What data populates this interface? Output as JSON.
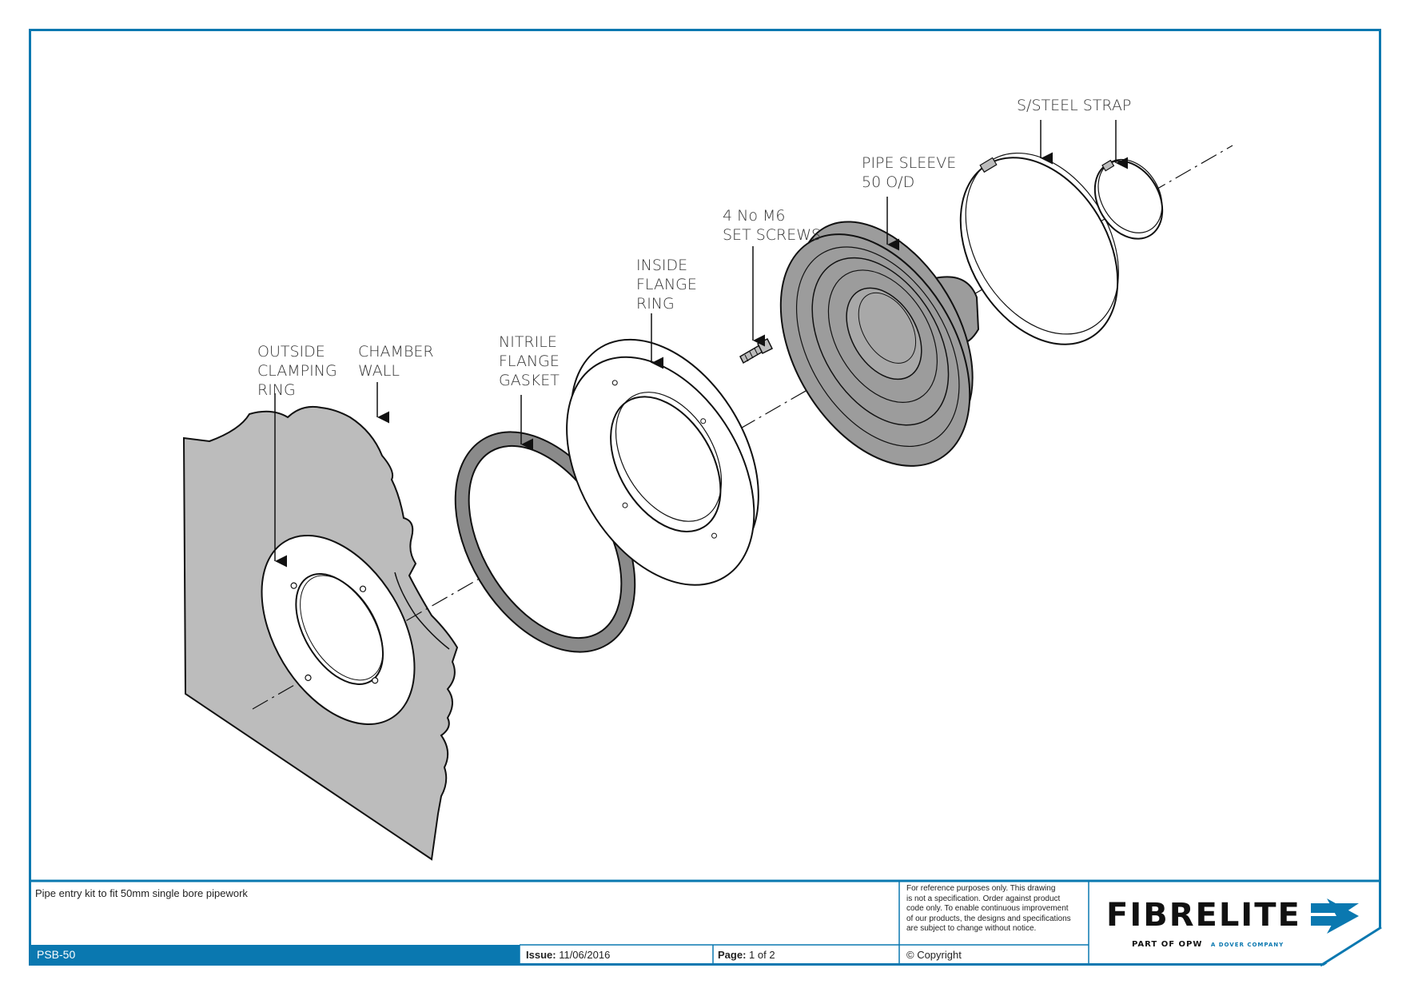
{
  "labels": {
    "outside_clamping_ring": [
      "OUTSIDE",
      "CLAMPING",
      "RING"
    ],
    "chamber_wall": [
      "CHAMBER",
      "WALL"
    ],
    "nitrile_flange_gasket": [
      "NITRILE",
      "FLANGE",
      "GASKET"
    ],
    "inside_flange_ring": [
      "INSIDE",
      "FLANGE",
      "RING"
    ],
    "set_screws": [
      "4 No M6",
      "SET SCREWS"
    ],
    "pipe_sleeve": [
      "PIPE SLEEVE",
      "50 O/D"
    ],
    "steel_strap": "S/STEEL STRAP"
  },
  "title_block": {
    "description": "Pipe entry kit to fit 50mm single bore pipework",
    "disclaimer": [
      "For reference purposes only. This drawing",
      "is not a specification. Order against product",
      "code only.  To enable continuous improvement",
      "of our products, the designs and specifications",
      "are subject to change without notice."
    ],
    "part_code": "PSB-50",
    "issue_label": "Issue:",
    "issue_value": "11/06/2016",
    "page_label": "Page:",
    "page_value": "1 of 2",
    "copyright": "© Copyright",
    "brand_name": "FIBRELITE",
    "brand_sub": "PART OF OPW",
    "brand_sub2": "A DOVER COMPANY"
  },
  "colors": {
    "frame": "#0a78b0",
    "bar": "#0a78b0",
    "part_grey": "#bcbcbc",
    "gasket": "#8a8a8a",
    "sleeve": "#9c9c9c"
  }
}
